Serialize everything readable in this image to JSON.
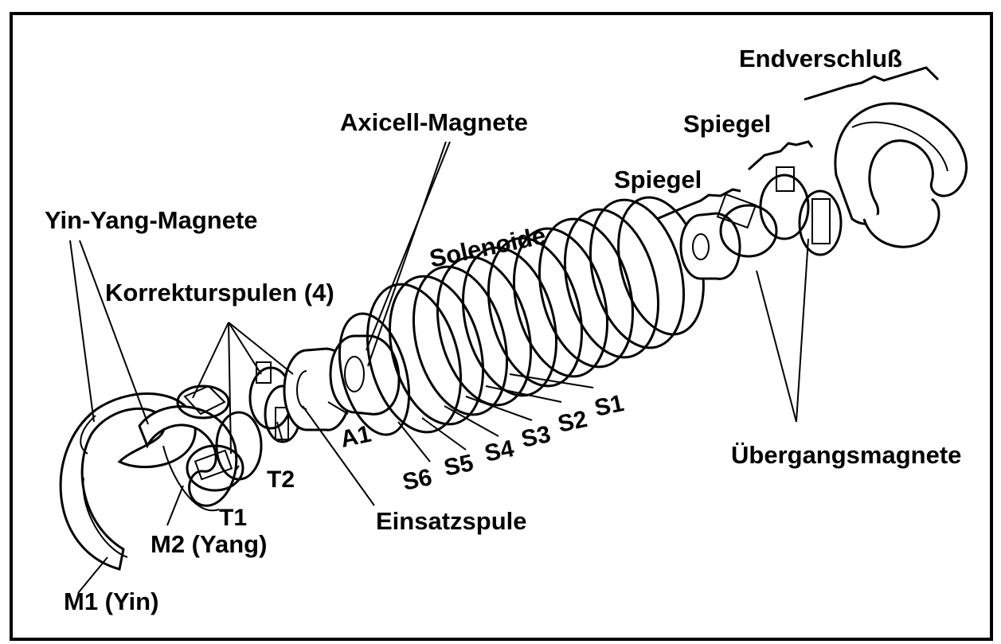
{
  "labels": {
    "endverschluss": "Endverschluß",
    "spiegel_outer": "Spiegel",
    "axicell": "Axicell-Magnete",
    "spiegel_inner": "Spiegel",
    "solenoide": "Solenoide",
    "yin_yang": "Yin-Yang-Magnete",
    "korrektur": "Korrekturspulen (4)",
    "s1": "S1",
    "s2": "S2",
    "s3": "S3",
    "s4": "S4",
    "s5": "S5",
    "s6": "S6",
    "a1": "A1",
    "t1": "T1",
    "t2": "T2",
    "uebergang": "Übergangsmagnete",
    "einsatz": "Einsatzspule",
    "m2": "M2 (Yang)",
    "m1": "M1 (Yin)"
  }
}
